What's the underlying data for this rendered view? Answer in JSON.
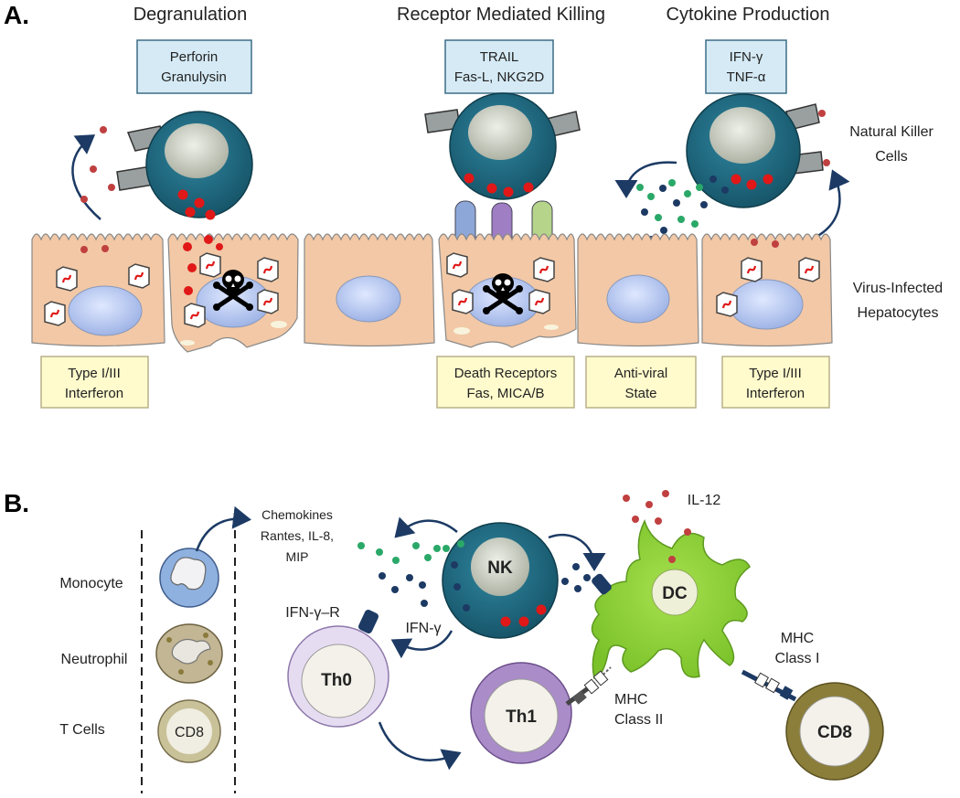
{
  "panel_a": {
    "label": "A.",
    "headings": [
      "Degranulation",
      "Receptor Mediated Killing",
      "Cytokine Production"
    ],
    "top_boxes": [
      [
        "Perforin",
        "Granulysin"
      ],
      [
        "TRAIL",
        "Fas-L, NKG2D"
      ],
      [
        "IFN-γ",
        "TNF-α"
      ]
    ],
    "bottom_boxes": [
      [
        "Type I/III",
        "Interferon"
      ],
      [
        "Death Receptors",
        "Fas, MICA/B"
      ],
      [
        "Anti-viral",
        "State"
      ],
      [
        "Type I/III",
        "Interferon"
      ]
    ],
    "side_labels": {
      "nk": [
        "Natural Killer",
        "Cells"
      ],
      "hep": [
        "Virus-Infected",
        "Hepatocytes"
      ]
    }
  },
  "panel_b": {
    "label": "B.",
    "chemokines": [
      "Chemokines",
      "Rantes, IL-8,",
      "MIP"
    ],
    "il12": "IL-12",
    "cells": {
      "monocyte": "Monocyte",
      "neutrophil": "Neutrophil",
      "tcells": "T Cells",
      "cd8_small": "CD8",
      "nk": "NK",
      "dc": "DC",
      "th0": "Th0",
      "th1": "Th1",
      "cd8": "CD8"
    },
    "ifng_r": "IFN-γ–R",
    "ifng": "IFN-γ",
    "mhc2": [
      "MHC",
      "Class II"
    ],
    "mhc1": [
      "MHC",
      "Class I"
    ]
  },
  "colors": {
    "nk_cell": "#1d6c83",
    "nk_nucleus": "#c9ccc0",
    "hepatocyte": "#f2c8a6",
    "hep_nucleus": "#b8c8ee",
    "top_box": "#d5eaf5",
    "bottom_box": "#fffbcc",
    "granule_red": "#e01818",
    "green_dot": "#2aa868",
    "navy_dot": "#1c3a64",
    "dc": "#8fd13c",
    "th": "#a98cc8",
    "cd8": "#8b7e3a"
  }
}
